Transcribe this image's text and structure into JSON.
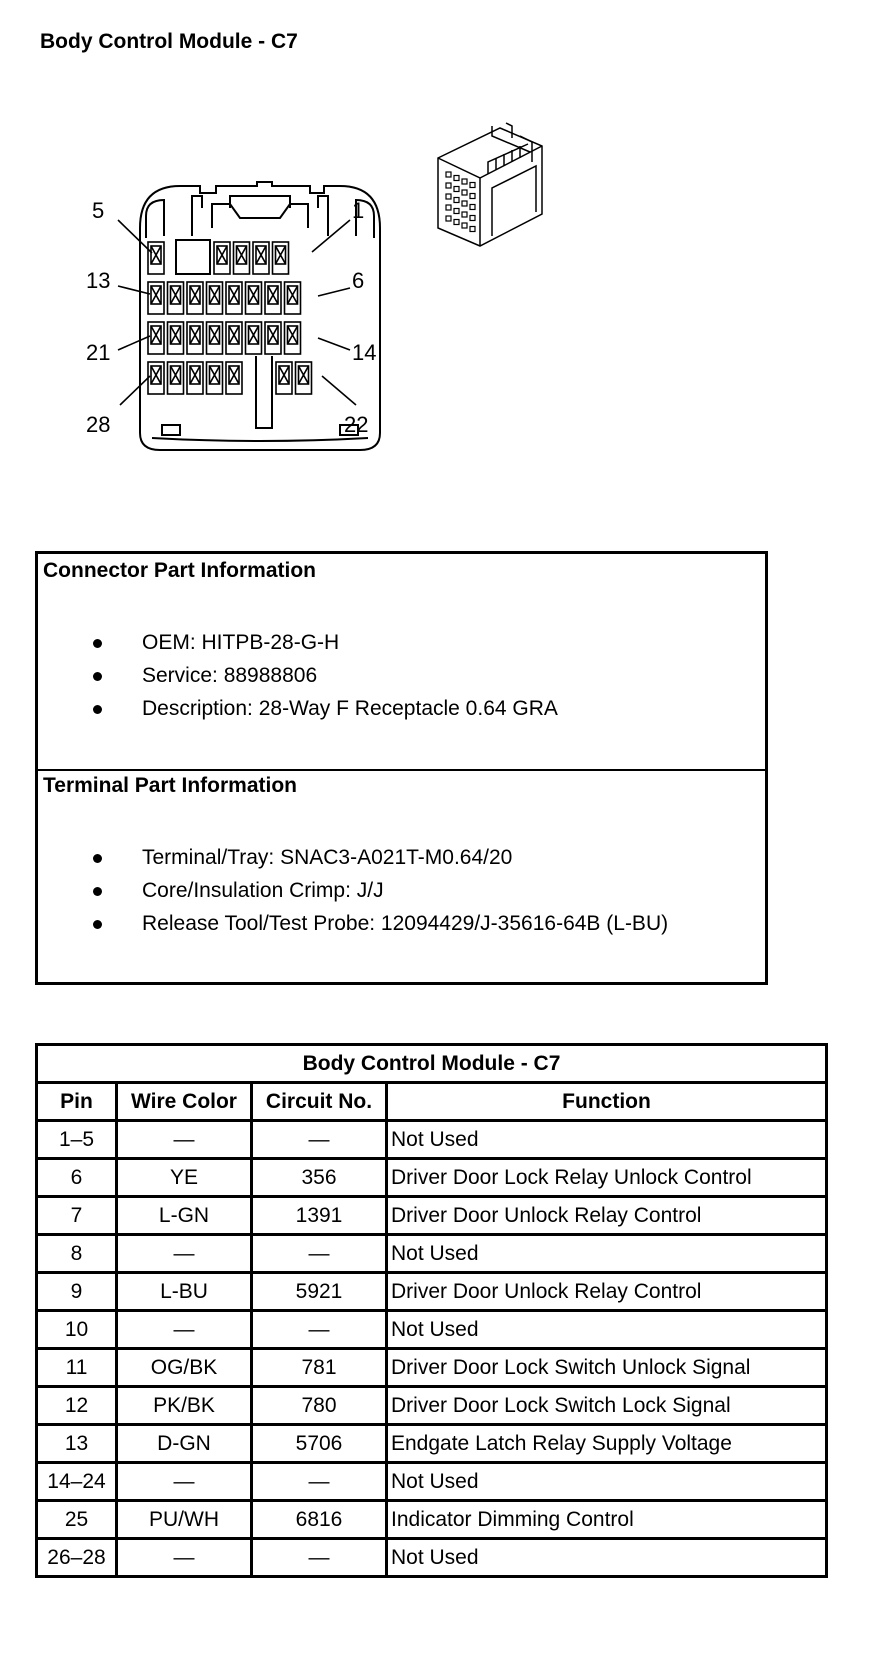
{
  "page": {
    "title": "Body Control Module - C7"
  },
  "diagram": {
    "pin_labels": {
      "p5": "5",
      "p1": "1",
      "p13": "13",
      "p6": "6",
      "p21": "21",
      "p14": "14",
      "p28": "28",
      "p22": "22"
    }
  },
  "connector_info": {
    "title": "Connector Part Information",
    "items": [
      "OEM: HITPB-28-G-H",
      "Service: 88988806",
      "Description: 28-Way F Receptacle 0.64 GRA"
    ]
  },
  "terminal_info": {
    "title": "Terminal Part Information",
    "items": [
      "Terminal/Tray: SNAC3-A021T-M0.64/20",
      "Core/Insulation Crimp: J/J",
      "Release Tool/Test Probe: 12094429/J-35616-64B (L-BU)"
    ]
  },
  "pin_table": {
    "title": "Body Control Module - C7",
    "headers": {
      "pin": "Pin",
      "wire_color": "Wire Color",
      "circuit": "Circuit No.",
      "function": "Function"
    },
    "rows": [
      {
        "pin": "1–5",
        "wire": "—",
        "circuit": "—",
        "function": "Not Used"
      },
      {
        "pin": "6",
        "wire": "YE",
        "circuit": "356",
        "function": "Driver Door Lock Relay Unlock Control"
      },
      {
        "pin": "7",
        "wire": "L-GN",
        "circuit": "1391",
        "function": "Driver Door Unlock Relay Control"
      },
      {
        "pin": "8",
        "wire": "—",
        "circuit": "—",
        "function": "Not Used"
      },
      {
        "pin": "9",
        "wire": "L-BU",
        "circuit": "5921",
        "function": "Driver Door Unlock Relay Control"
      },
      {
        "pin": "10",
        "wire": "—",
        "circuit": "—",
        "function": "Not Used"
      },
      {
        "pin": "11",
        "wire": "OG/BK",
        "circuit": "781",
        "function": "Driver Door Lock Switch Unlock Signal"
      },
      {
        "pin": "12",
        "wire": "PK/BK",
        "circuit": "780",
        "function": "Driver Door Lock Switch Lock Signal"
      },
      {
        "pin": "13",
        "wire": "D-GN",
        "circuit": "5706",
        "function": "Endgate Latch Relay Supply Voltage"
      },
      {
        "pin": "14–24",
        "wire": "—",
        "circuit": "—",
        "function": "Not Used"
      },
      {
        "pin": "25",
        "wire": "PU/WH",
        "circuit": "6816",
        "function": "Indicator Dimming Control"
      },
      {
        "pin": "26–28",
        "wire": "—",
        "circuit": "—",
        "function": "Not Used"
      }
    ]
  }
}
